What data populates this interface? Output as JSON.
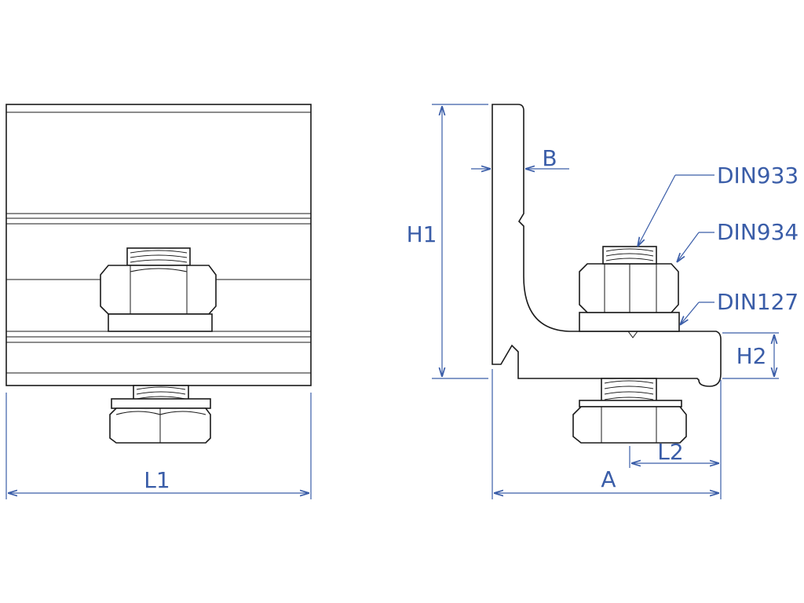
{
  "labels": {
    "L1": "L1",
    "B": "B",
    "H1": "H1",
    "H2": "H2",
    "L2": "L2",
    "A": "A",
    "din933": "DIN933",
    "din934": "DIN934",
    "din127": "DIN127"
  },
  "colors": {
    "dimension": "#3a5da8",
    "outline": "#1a1a1a"
  }
}
